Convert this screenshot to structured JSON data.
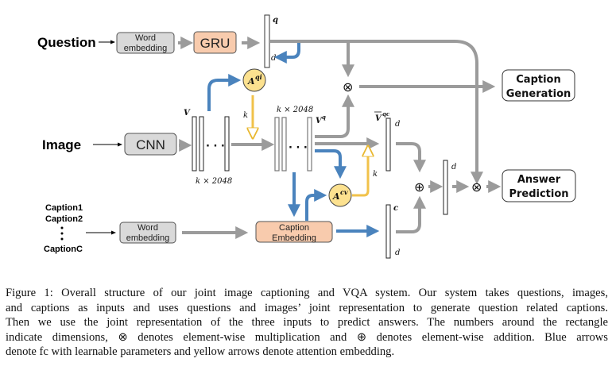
{
  "figure": {
    "inputs": {
      "question": "Question",
      "image": "Image",
      "captions": [
        "Caption1",
        "Caption2",
        "CaptionC"
      ]
    },
    "boxes": {
      "word_embedding_q": [
        "Word",
        "embedding"
      ],
      "gru": "GRU",
      "cnn": "CNN",
      "word_embedding_c": [
        "Word",
        "embedding"
      ],
      "caption_embedding": [
        "Caption",
        "Embedding"
      ]
    },
    "outputs": {
      "caption_generation": [
        "Caption",
        "Generation"
      ],
      "answer_prediction": [
        "Answer",
        "Prediction"
      ]
    },
    "attention": {
      "qi": {
        "base": "A",
        "sup": "qi"
      },
      "cv": {
        "base": "A",
        "sup": "cv"
      }
    },
    "labels": {
      "q": "q",
      "d": "d",
      "c": "c",
      "k": "k",
      "V": "V",
      "Vq_base": "V",
      "Vq_sup": "q",
      "Vqc_base": "V",
      "Vqc_sup": "qc",
      "k_x_2048": "k × 2048",
      "dots": "· · ·",
      "otimes": "⊗",
      "oplus": "⊕"
    },
    "colors": {
      "gray_arrow": "#9b9b9b",
      "blue_arrow": "#4a83bd",
      "yellow_arrow": "#f1c24a",
      "gray_box": "#d9d9d9",
      "orange_box": "#f8cbad",
      "attention_circle": "#fce18f"
    }
  },
  "caption": {
    "lines": [
      "Figure 1: Overall structure of our joint image captioning and VQA system. Our system takes questions, images,",
      "and captions as inputs and uses questions and images’ joint representation to generate question related captions.",
      "Then we use the joint representation of the three inputs to predict answers. The numbers around the rectangle",
      "indicate dimensions, ⊗ denotes element-wise multiplication and ⊕ denotes element-wise addition. Blue arrows",
      "denote fc with learnable parameters and yellow arrows denote attention embedding."
    ]
  }
}
